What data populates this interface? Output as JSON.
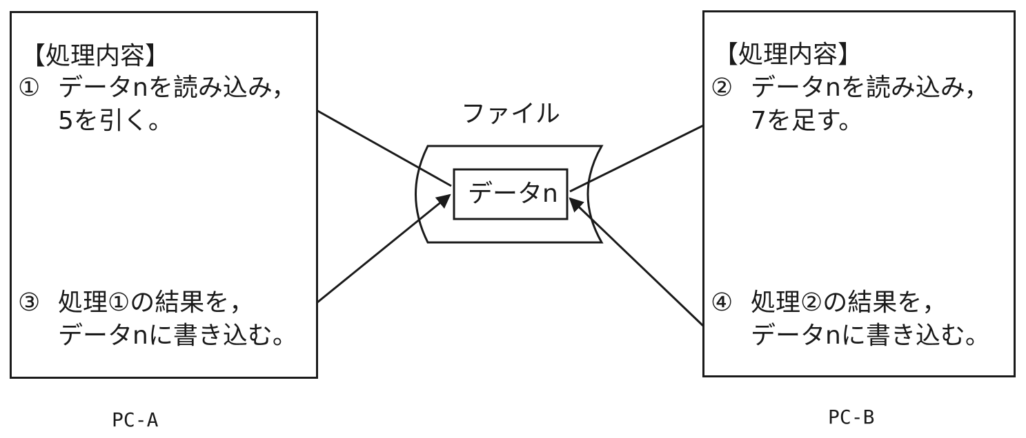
{
  "pc_a": {
    "name": "PC-A",
    "heading": "【処理内容】",
    "step1_marker": "①",
    "step1_line1": "データnを読み込み，",
    "step1_line2": "5を引く。",
    "step3_marker": "③",
    "step3_line1": "処理①の結果を，",
    "step3_line2": "データnに書き込む。"
  },
  "pc_b": {
    "name": "PC-B",
    "heading": "【処理内容】",
    "step2_marker": "②",
    "step2_line1": "データnを読み込み，",
    "step2_line2": "7を足す。",
    "step4_marker": "④",
    "step4_line1": "処理②の結果を，",
    "step4_line2": "データnに書き込む。"
  },
  "file": {
    "label": "ファイル",
    "data_label": "データn"
  },
  "colors": {
    "ink": "#1a1a1a",
    "background": "#ffffff"
  }
}
